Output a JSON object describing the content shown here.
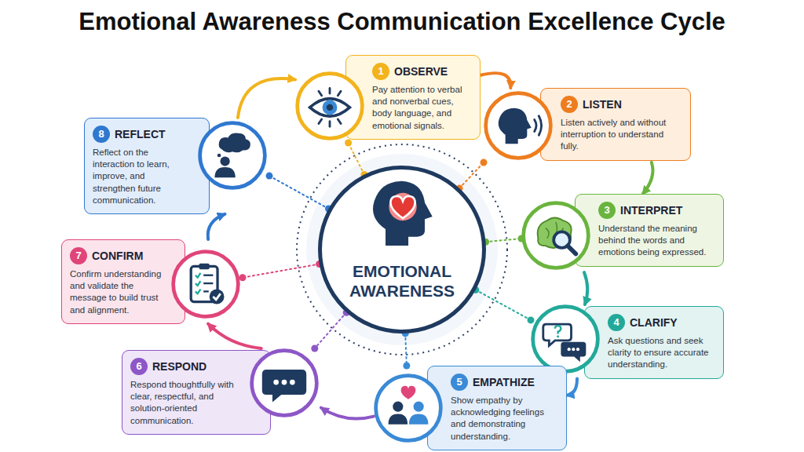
{
  "diagram": {
    "title": "Emotional Awareness Communication Excellence Cycle",
    "nodes": [
      {
        "text": [
          "EMOTIONAL AWARENESS"
        ]
      },
      {
        "text": [
          "1",
          "OBSERVE",
          "Pay attention to verbal and nonverbal cues, body language, and emotional signals."
        ]
      },
      {
        "text": [
          "2",
          "LISTEN",
          "Listen actively and without interruption to understand fully."
        ]
      },
      {
        "text": [
          "3",
          "INTERPRET",
          "Understand the meaning behind the words and emotions being expressed."
        ]
      },
      {
        "text": [
          "4",
          "CLARIFY",
          "Ask questions and seek clarity to ensure accurate understanding."
        ]
      },
      {
        "text": [
          "5",
          "EMPATHIZE",
          "Show empathy by acknowledging feelings and demonstrating understanding."
        ]
      },
      {
        "text": [
          "6",
          "RESPOND",
          "Respond thoughtfully with clear, respectful, and solution-oriented communication."
        ]
      },
      {
        "text": [
          "7",
          "CONFIRM",
          "Confirm understanding and validate the message to build trust and alignment."
        ]
      },
      {
        "text": [
          "8",
          "REFLECT",
          "Reflect on the interaction to learn, improve, and strengthen future communication."
        ]
      }
    ],
    "edges": [
      {
        "from": 1,
        "to": 2,
        "arrow": "to"
      },
      {
        "from": 2,
        "to": 3,
        "arrow": "to"
      },
      {
        "from": 3,
        "to": 4,
        "arrow": "to"
      },
      {
        "from": 4,
        "to": 5,
        "arrow": "to"
      },
      {
        "from": 5,
        "to": 6,
        "arrow": "to"
      },
      {
        "from": 6,
        "to": 7,
        "arrow": "to"
      },
      {
        "from": 7,
        "to": 8,
        "arrow": "to"
      },
      {
        "from": 8,
        "to": 1,
        "arrow": "to"
      },
      {
        "from": 0,
        "to": 1,
        "arrow": "none"
      },
      {
        "from": 0,
        "to": 2,
        "arrow": "none"
      },
      {
        "from": 0,
        "to": 3,
        "arrow": "none"
      },
      {
        "from": 0,
        "to": 4,
        "arrow": "none"
      },
      {
        "from": 0,
        "to": 5,
        "arrow": "none"
      },
      {
        "from": 0,
        "to": 6,
        "arrow": "none"
      },
      {
        "from": 0,
        "to": 7,
        "arrow": "none"
      },
      {
        "from": 0,
        "to": 8,
        "arrow": "none"
      }
    ]
  }
}
